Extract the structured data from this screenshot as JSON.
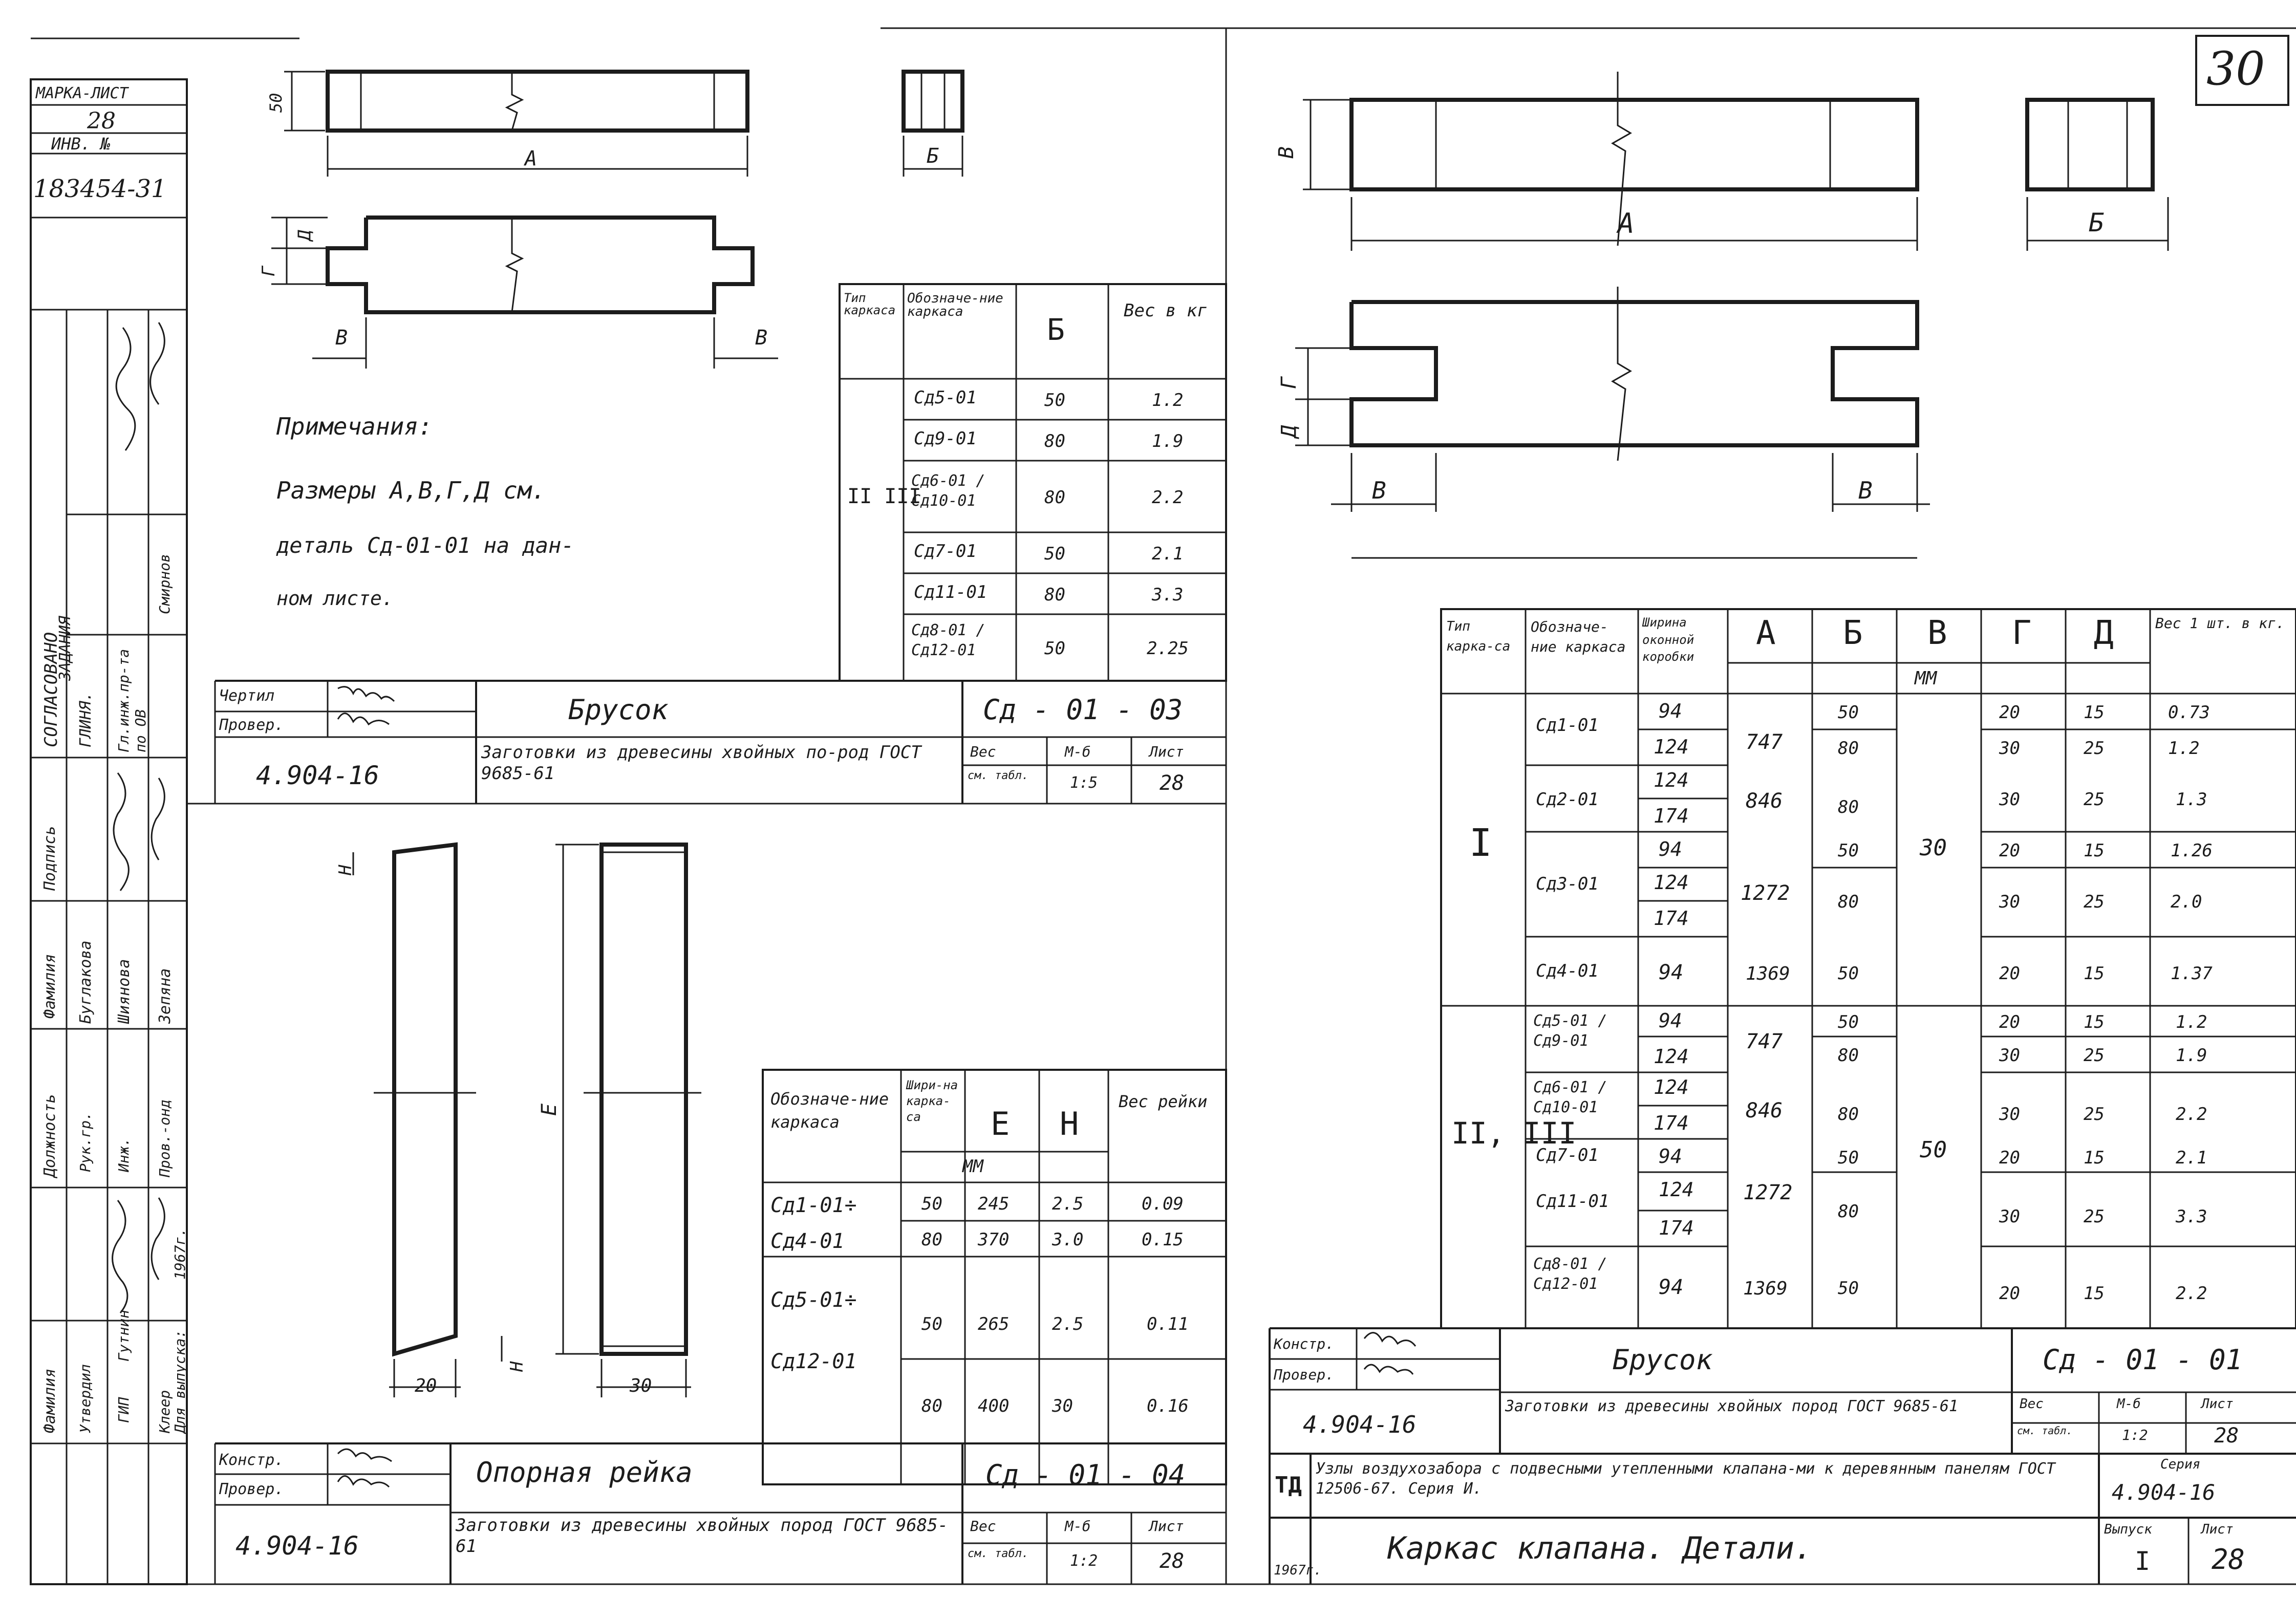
{
  "sheet_corner_number": "30",
  "stamp": {
    "marka_list_label": "МАРКА-ЛИСТ",
    "marka_list_value": "28",
    "inv_label": "ИНВ. №",
    "inv_value": "183454-31",
    "soglasovano": "СОГЛАСОВАНО",
    "gip_zadanie": "ЗАДАНИЯ",
    "gip": "ГЛИНЯ.",
    "gip2": "Гл.инж.пр-та",
    "gip3": "по ОВ",
    "name1": "Смирнов",
    "podpis": "Подпись",
    "familia": "Фамилия",
    "familia_val1": "Буглакова",
    "familia_val2": "Шиянова",
    "familia_val3": "Зепяна",
    "dolzh": "Должность",
    "dolzh_val1": "Рук.гр.",
    "dolzh_val2": "Инж.",
    "dolzh_val3": "Пров.-онд",
    "familia2": "Фамилия",
    "utv": "Утвердил",
    "gip4": "ГИП",
    "name2": "Гутнин",
    "name3": "Клеер",
    "dlya": "Для выпуска:",
    "year": "1967г."
  },
  "d03": {
    "dim_50": "50",
    "dim_A": "А",
    "dim_B": "Б",
    "dim_G": "Г",
    "dim_D": "Д",
    "dim_V_left": "В",
    "dim_V_right": "В",
    "note_title": "Примечания:",
    "note_line1": "Размеры А,В,Г,Д см.",
    "note_line2": "деталь Cд-01-01 на дан-",
    "note_line3": "ном листе.",
    "table_headers": [
      "Тип каркаса",
      "Обозначе-ние каркаса",
      "Б",
      "Вес в кг"
    ],
    "table_type": "II III",
    "table_rows": [
      [
        "Сд5-01",
        "50",
        "1.2"
      ],
      [
        "Сд9-01",
        "80",
        "1.9"
      ],
      [
        "Сд6-01 / Сд10-01",
        "80",
        "2.2"
      ],
      [
        "Сд7-01",
        "50",
        "2.1"
      ],
      [
        "Сд11-01",
        "80",
        "3.3"
      ],
      [
        "Сд8-01 / Сд12-01",
        "50",
        "2.25"
      ]
    ],
    "tb_chertil": "Чертил",
    "tb_prover": "Провер.",
    "tb_doc": "4.904-16",
    "tb_title": "Брусок",
    "tb_code": "Сд - 01 - 03",
    "tb_material": "Заготовки из древесины хвойных по-род ГОСТ 9685-61",
    "tb_ves": "Вес",
    "tb_ves_val": "см. табл.",
    "tb_m": "М-б",
    "tb_m_val": "1:5",
    "tb_list": "Лист",
    "tb_list_val": "28"
  },
  "d04": {
    "dim_H_top": "Н",
    "dim_H_bot": "Н",
    "dim_E": "Е",
    "dim_20": "20",
    "dim_30": "30",
    "table_headers": [
      "Обозначе-ние каркаса",
      "Шири-на карка-са",
      "Е",
      "Н",
      "Вес рейки"
    ],
    "table_unit": "ММ",
    "table_rows": [
      [
        "Сд1-01÷",
        "50",
        "245",
        "2.5",
        "0.09"
      ],
      [
        "Сд4-01",
        "80",
        "370",
        "3.0",
        "0.15"
      ],
      [
        "Сд5-01÷",
        "50",
        "265",
        "2.5",
        "0.11"
      ],
      [
        "Сд12-01",
        "80",
        "400",
        "30",
        "0.16"
      ]
    ],
    "tb_konstr": "Констр.",
    "tb_prover": "Провер.",
    "tb_doc": "4.904-16",
    "tb_title": "Опорная рейка",
    "tb_code": "Сд - 01 - 04",
    "tb_material": "Заготовки из древесины хвойных пород ГОСТ 9685-61",
    "tb_ves": "Вес",
    "tb_ves_val": "см. табл.",
    "tb_m": "М-б",
    "tb_m_val": "1:2",
    "tb_list": "Лист",
    "tb_list_val": "28"
  },
  "d01": {
    "dim_V": "В",
    "dim_A": "А",
    "dim_B": "Б",
    "dim_G": "Г",
    "dim_D": "Д",
    "dim_V_left": "В",
    "dim_V_right": "В",
    "table_headers": [
      "Тип карка-са",
      "Обозначе-ние каркаса",
      "Ширина оконной коробки",
      "А",
      "Б",
      "В",
      "Г",
      "Д",
      "Вес 1 шт. в кг."
    ],
    "table_unit": "ММ",
    "type_I": "I",
    "type_II": "II, III",
    "V_I": "30",
    "V_II": "50",
    "rows": [
      [
        "Сд1-01",
        "94",
        "747",
        "50",
        "20",
        "15",
        "0.73"
      ],
      [
        "",
        "124",
        "",
        "80",
        "30",
        "25",
        "1.2"
      ],
      [
        "Сд2-01",
        "124",
        "846",
        "80",
        "30",
        "25",
        "1.3"
      ],
      [
        "",
        "174",
        "",
        "",
        "",
        "",
        ""
      ],
      [
        "Сд3-01",
        "94",
        "1272",
        "50",
        "20",
        "15",
        "1.26"
      ],
      [
        "",
        "124",
        "",
        "80",
        "30",
        "25",
        "2.0"
      ],
      [
        "",
        "174",
        "",
        "",
        "",
        "",
        ""
      ],
      [
        "Сд4-01",
        "94",
        "1369",
        "50",
        "20",
        "15",
        "1.37"
      ],
      [
        "Сд5-01 / Сд9-01",
        "94",
        "747",
        "50",
        "20",
        "15",
        "1.2"
      ],
      [
        "",
        "124",
        "",
        "80",
        "30",
        "25",
        "1.9"
      ],
      [
        "Сд6-01 / Сд10-01",
        "124",
        "846",
        "80",
        "30",
        "25",
        "2.2"
      ],
      [
        "",
        "174",
        "",
        "",
        "",
        "",
        ""
      ],
      [
        "Сд7-01",
        "94",
        "1272",
        "50",
        "20",
        "15",
        "2.1"
      ],
      [
        "Сд11-01",
        "124",
        "",
        "80",
        "30",
        "25",
        "3.3"
      ],
      [
        "",
        "174",
        "",
        "",
        "",
        "",
        ""
      ],
      [
        "Сд8-01 / Сд12-01",
        "94",
        "1369",
        "50",
        "20",
        "15",
        "2.2"
      ]
    ],
    "tb_konstr": "Констр.",
    "tb_prover": "Провер.",
    "tb_doc": "4.904-16",
    "tb_title": "Брусок",
    "tb_code": "Сд - 01 - 01",
    "tb_material": "Заготовки из древесины хвойных пород ГОСТ 9685-61",
    "tb_ves": "Вес",
    "tb_ves_val": "см. табл.",
    "tb_m": "М-б",
    "tb_m_val": "1:2",
    "tb_list": "Лист",
    "tb_list_val": "28"
  },
  "main_tb": {
    "td": "ТД",
    "description": "Узлы воздухозабора с подвесными утепленными клапана-ми к деревянным панелям ГОСТ 12506-67. Серия И.",
    "seria_label": "Серия",
    "seria_value": "4.904-16",
    "title": "Каркас клапана. Детали.",
    "vypusk_label": "Выпуск",
    "vypusk_value": "I",
    "list_label": "Лист",
    "list_value": "28",
    "year": "1967г."
  }
}
